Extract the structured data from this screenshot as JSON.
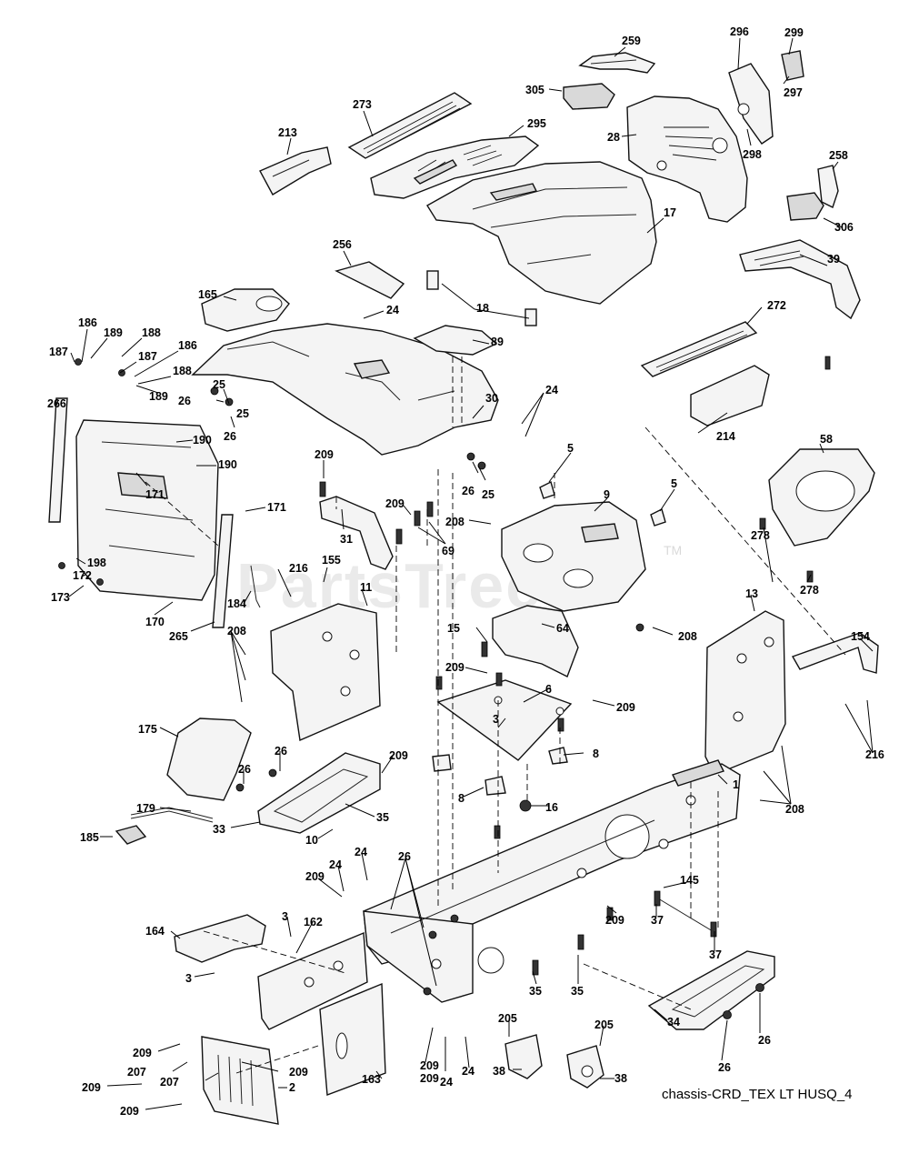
{
  "watermark": {
    "text": "PartsTree",
    "tm": "TM"
  },
  "reference_code": "chassis-CRD_TEX LT HUSQ_4",
  "callouts": {
    "c259": "259",
    "c305": "305",
    "c296": "296",
    "c299": "299",
    "c297": "297",
    "c298": "298",
    "c273": "273",
    "c295": "295",
    "c28": "28",
    "c213": "213",
    "c258": "258",
    "c306": "306",
    "c17": "17",
    "c39": "39",
    "c256": "256",
    "c165": "165",
    "c24a": "24",
    "c18": "18",
    "c272": "272",
    "c186a": "186",
    "c189a": "189",
    "c188a": "188",
    "c187a": "187",
    "c187b": "187",
    "c186b": "186",
    "c188b": "188",
    "c89": "89",
    "c266": "266",
    "c25a": "25",
    "c26a": "26",
    "c25b": "25",
    "c26b": "26",
    "c189b": "189",
    "c30": "30",
    "c24b": "24",
    "c214": "214",
    "c190a": "190",
    "c190b": "190",
    "c171a": "171",
    "c171b": "171",
    "c209a": "209",
    "c5a": "5",
    "c5b": "5",
    "c58": "58",
    "c26c": "26",
    "c25c": "25",
    "c9": "9",
    "c209b": "209",
    "c208a": "208",
    "c69": "69",
    "c278a": "278",
    "c278b": "278",
    "c198": "198",
    "c31": "31",
    "c155": "155",
    "c216a": "216",
    "c11": "11",
    "c13": "13",
    "c172": "172",
    "c173": "173",
    "c184": "184",
    "c170": "170",
    "c265": "265",
    "c208b": "208",
    "c15": "15",
    "c64": "64",
    "c208c": "208",
    "c154": "154",
    "c209c": "209",
    "c6": "6",
    "c209d": "209",
    "c3a": "3",
    "c216b": "216",
    "c175": "175",
    "c26d": "26",
    "c209e": "209",
    "c8a": "8",
    "c26e": "26",
    "c8b": "8",
    "c1": "1",
    "c16": "16",
    "c179": "179",
    "c35a": "35",
    "c208d": "208",
    "c33": "33",
    "c10": "10",
    "c185": "185",
    "c24c": "24",
    "c24d": "24",
    "c26f": "26",
    "c209f": "209",
    "c145": "145",
    "c3b": "3",
    "c164": "164",
    "c162": "162",
    "c37a": "37",
    "c209g": "209",
    "c37b": "37",
    "c3c": "3",
    "c35b": "35",
    "c35c": "35",
    "c34": "34",
    "c205a": "205",
    "c205b": "205",
    "c26g": "26",
    "c26h": "26",
    "c209h": "209",
    "c207a": "207",
    "c209i": "209",
    "c209j": "209",
    "c207b": "207",
    "c209k": "209",
    "c163": "163",
    "c209l": "209",
    "c24e": "24",
    "c24f": "24",
    "c38a": "38",
    "c38b": "38",
    "c2": "2",
    "c209m": "209"
  }
}
